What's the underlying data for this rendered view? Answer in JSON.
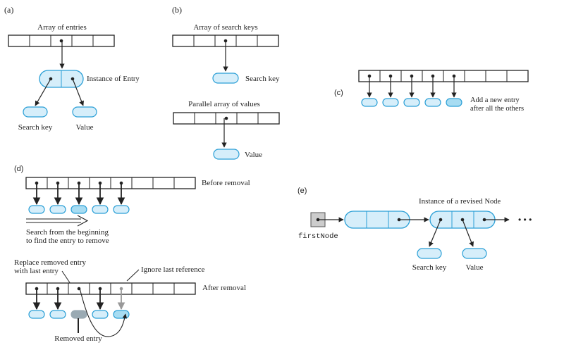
{
  "colors": {
    "pill_fill": "#d6eefa",
    "pill_stroke": "#2a9fd6",
    "pill_selected_fill": "#a7dcf2",
    "pill_removed_fill": "#9aaab3",
    "array_stroke": "#222222",
    "ref_gray": "#999999",
    "head_box_fill": "#cccccc"
  },
  "panel_a": {
    "tag": "(a)",
    "array_title": "Array of entries",
    "entry_label_prefix": "Instance of",
    "entry_class": "Entry",
    "search_key_label": "Search key",
    "value_label": "Value"
  },
  "panel_b": {
    "tag": "(b)",
    "keys_title": "Array of search keys",
    "search_key_label": "Search key",
    "values_title": "Parallel array of values",
    "value_label": "Value"
  },
  "panel_c": {
    "tag": "(c)",
    "note_line1": "Add a new entry",
    "note_line2": "after all the others"
  },
  "panel_d": {
    "tag": "(d)",
    "before_label": "Before removal",
    "search_line1": "Search from the beginning",
    "search_line2": "to find the entry to remove",
    "replace_line1": "Replace removed entry",
    "replace_line2": "with last entry",
    "ignore_label": "Ignore last reference",
    "after_label": "After removal",
    "removed_label": "Removed entry"
  },
  "panel_e": {
    "tag": "(e)",
    "instance_label_prefix": "Instance of a revised",
    "instance_class": "Node",
    "head_label": "firstNode",
    "search_key_label": "Search key",
    "value_label": "Value",
    "ellipsis": "• • •"
  }
}
